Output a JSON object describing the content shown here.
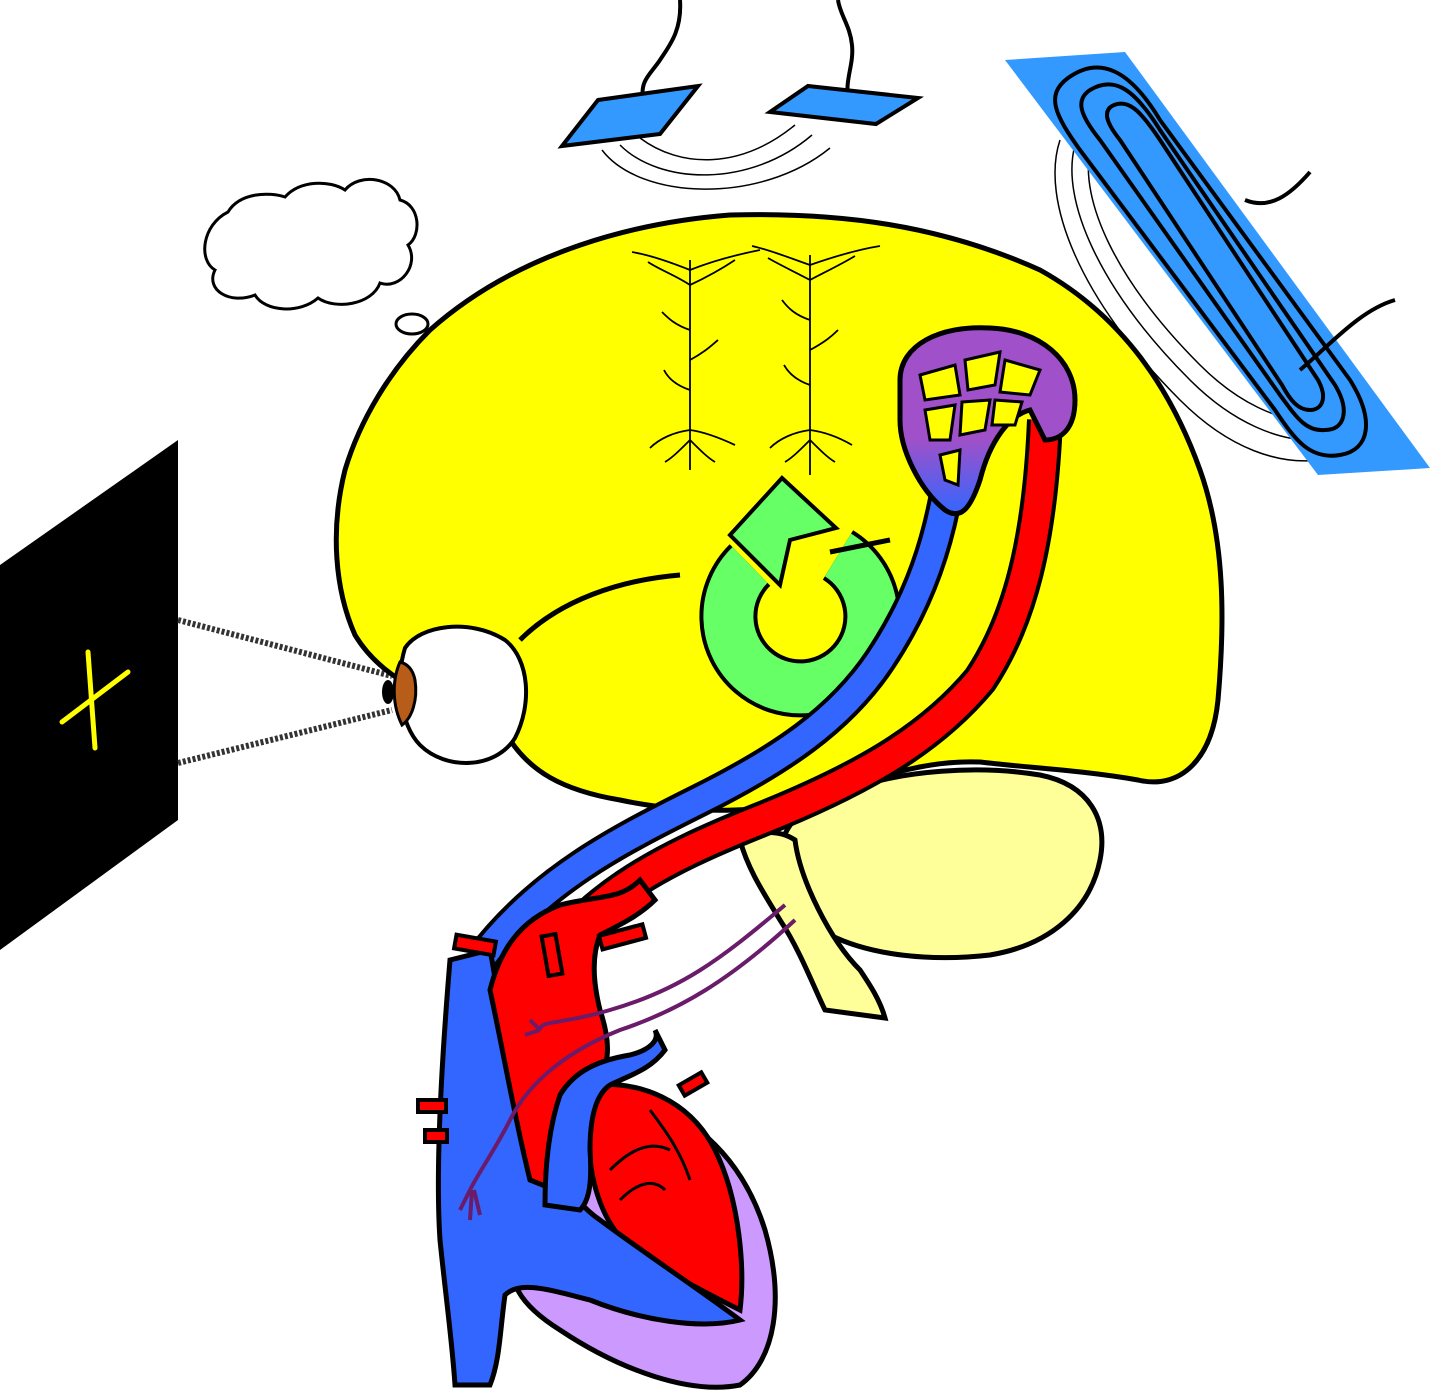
{
  "figure": {
    "elements": [
      "fixation-screen",
      "eye",
      "thought-cloud",
      "brain",
      "cerebellum",
      "brainstem",
      "pyramidal-neurons",
      "recurrent-arrow",
      "cerebral-vasculature",
      "heart",
      "vagus-nerve",
      "electrodes",
      "mri-coil"
    ]
  },
  "colors": {
    "brain": "#ffff00",
    "cerebellum": "#ffff99",
    "artery": "#ff0000",
    "vein": "#3366ff",
    "capillary": "#a050c8",
    "pericardium": "#cc99ff",
    "arrow": "#66ff66",
    "sensor": "#3399ff",
    "screen": "#000000",
    "fixation_cross": "#ffff00",
    "iris": "#b85c1a",
    "nerve": "#6a1b6a"
  }
}
